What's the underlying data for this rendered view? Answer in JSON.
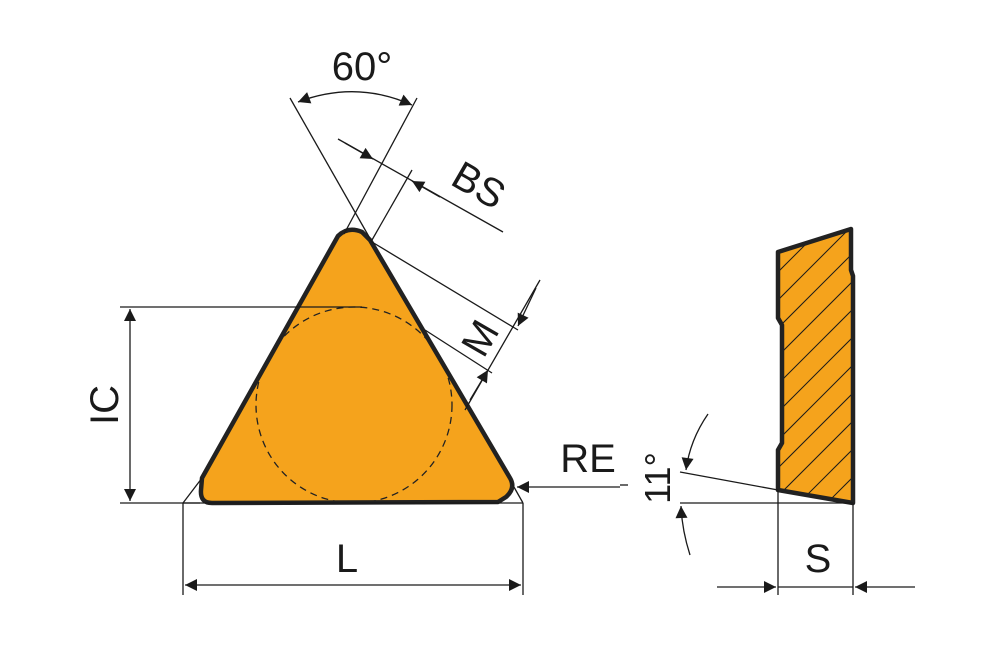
{
  "colors": {
    "insert_fill": "#F5A31C",
    "outline": "#222222",
    "line": "#1a1a1a"
  },
  "labels": {
    "angle_top": "60°",
    "bs": "BS",
    "m": "M",
    "ic": "IC",
    "re": "RE",
    "l": "L",
    "clearance_angle": "11°",
    "s": "S"
  }
}
